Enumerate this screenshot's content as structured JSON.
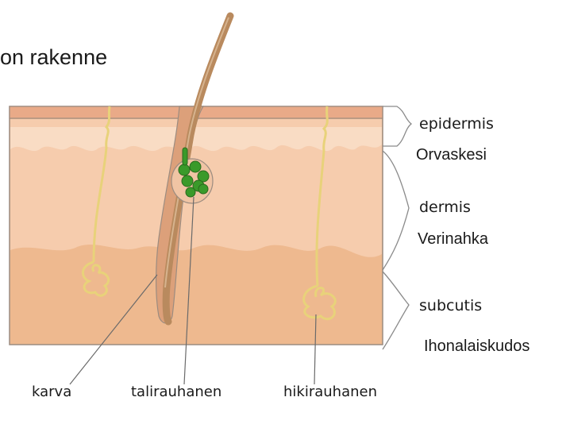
{
  "title": "on rakenne",
  "layers": [
    {
      "term": "epidermis",
      "finnish": "Orvaskesi"
    },
    {
      "term": "dermis",
      "finnish": "Verinahka"
    },
    {
      "term": "subcutis",
      "finnish": "Ihonalaiskudos"
    }
  ],
  "structures": [
    "karva",
    "talirauhanen",
    "hikirauhanen"
  ],
  "colors": {
    "epidermis": "#e9aa88",
    "dermis": "#f6ccad",
    "subcutis": "#eeb98f",
    "hair": "#b98a5e",
    "sebaceous_gland": "#3a9a2a",
    "sweat_gland": "#e8d27a",
    "outline": "#8a8a8a"
  }
}
